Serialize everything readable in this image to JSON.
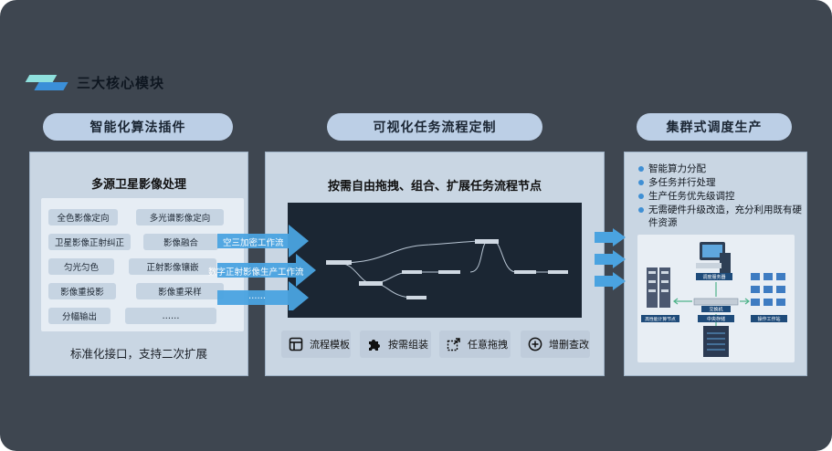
{
  "header": {
    "title": "三大核心模块"
  },
  "modules": [
    {
      "label": "智能化算法插件"
    },
    {
      "label": "可视化任务流程定制"
    },
    {
      "label": "集群式调度生产"
    }
  ],
  "panel1": {
    "title": "多源卫星影像处理",
    "tags": [
      "全色影像定向",
      "多光谱影像定向",
      "卫星影像正射纠正",
      "影像融合",
      "匀光匀色",
      "正射影像镶嵌",
      "影像重投影",
      "影像重采样",
      "分幅输出",
      "……"
    ],
    "footer": "标准化接口，支持二次扩展"
  },
  "arrows": [
    "空三加密工作流",
    "数字正射影像生产工作流",
    "……"
  ],
  "panel2": {
    "title": "按需自由拖拽、组合、扩展任务流程节点",
    "buttons": [
      {
        "label": "流程模板",
        "icon": "template-icon"
      },
      {
        "label": "按需组装",
        "icon": "puzzle-icon"
      },
      {
        "label": "任意拖拽",
        "icon": "drag-icon"
      },
      {
        "label": "增删查改",
        "icon": "plus-circle-icon"
      }
    ]
  },
  "panel3": {
    "bullets": [
      "智能算力分配",
      "多任务并行处理",
      "生产任务优先级调控",
      "无需硬件升级改造，充分利用既有硬件资源"
    ],
    "cluster": {
      "server_label": "调度服务器",
      "switch_label": "交换机",
      "storage_label": "中央存储",
      "compute_label": "高性能计算节点",
      "workstation_label": "操作工作站"
    }
  },
  "colors": {
    "background": "#3e4650",
    "pill": "#bccfe6",
    "panel": "#c9d6e3",
    "accent": "#3b8fd8",
    "arrow": "#4aa3e0"
  }
}
